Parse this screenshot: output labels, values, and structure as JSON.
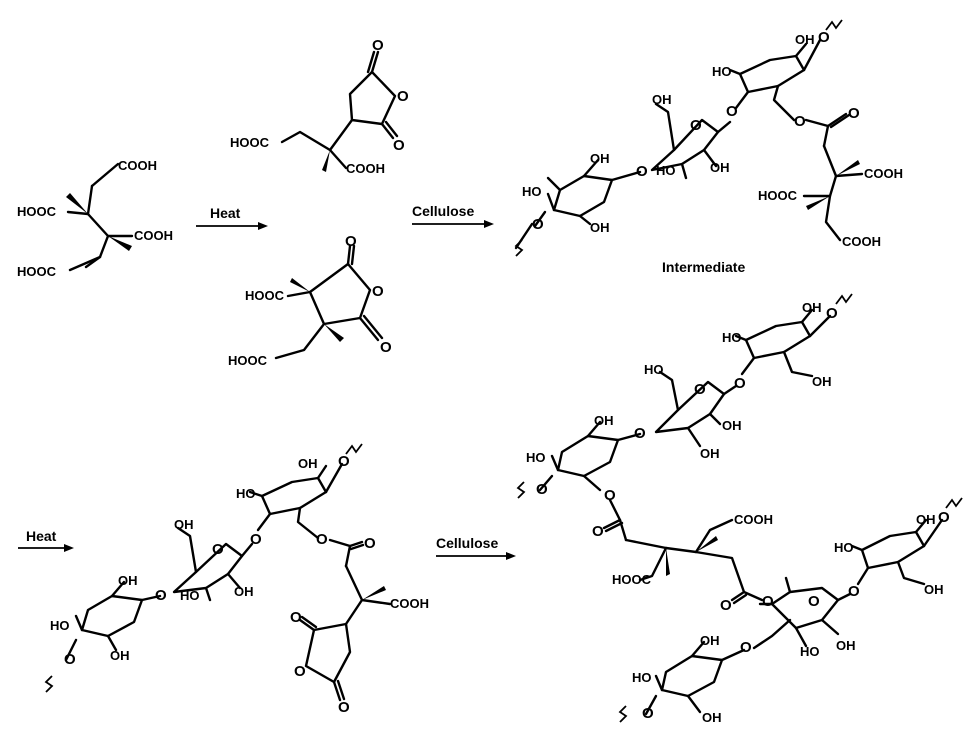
{
  "labels": {
    "heat": "Heat",
    "cellulose": "Cellulose",
    "intermediate": "Intermediate",
    "cooh": "COOH",
    "hooc": "HOOC",
    "oh": "OH",
    "ho": "HO",
    "o": "O"
  },
  "icons": {
    "arrow": "reaction-arrow-icon",
    "wavy": "wavy-bond-icon"
  },
  "colors": {
    "ink": "#000000",
    "background": "#ffffff"
  }
}
